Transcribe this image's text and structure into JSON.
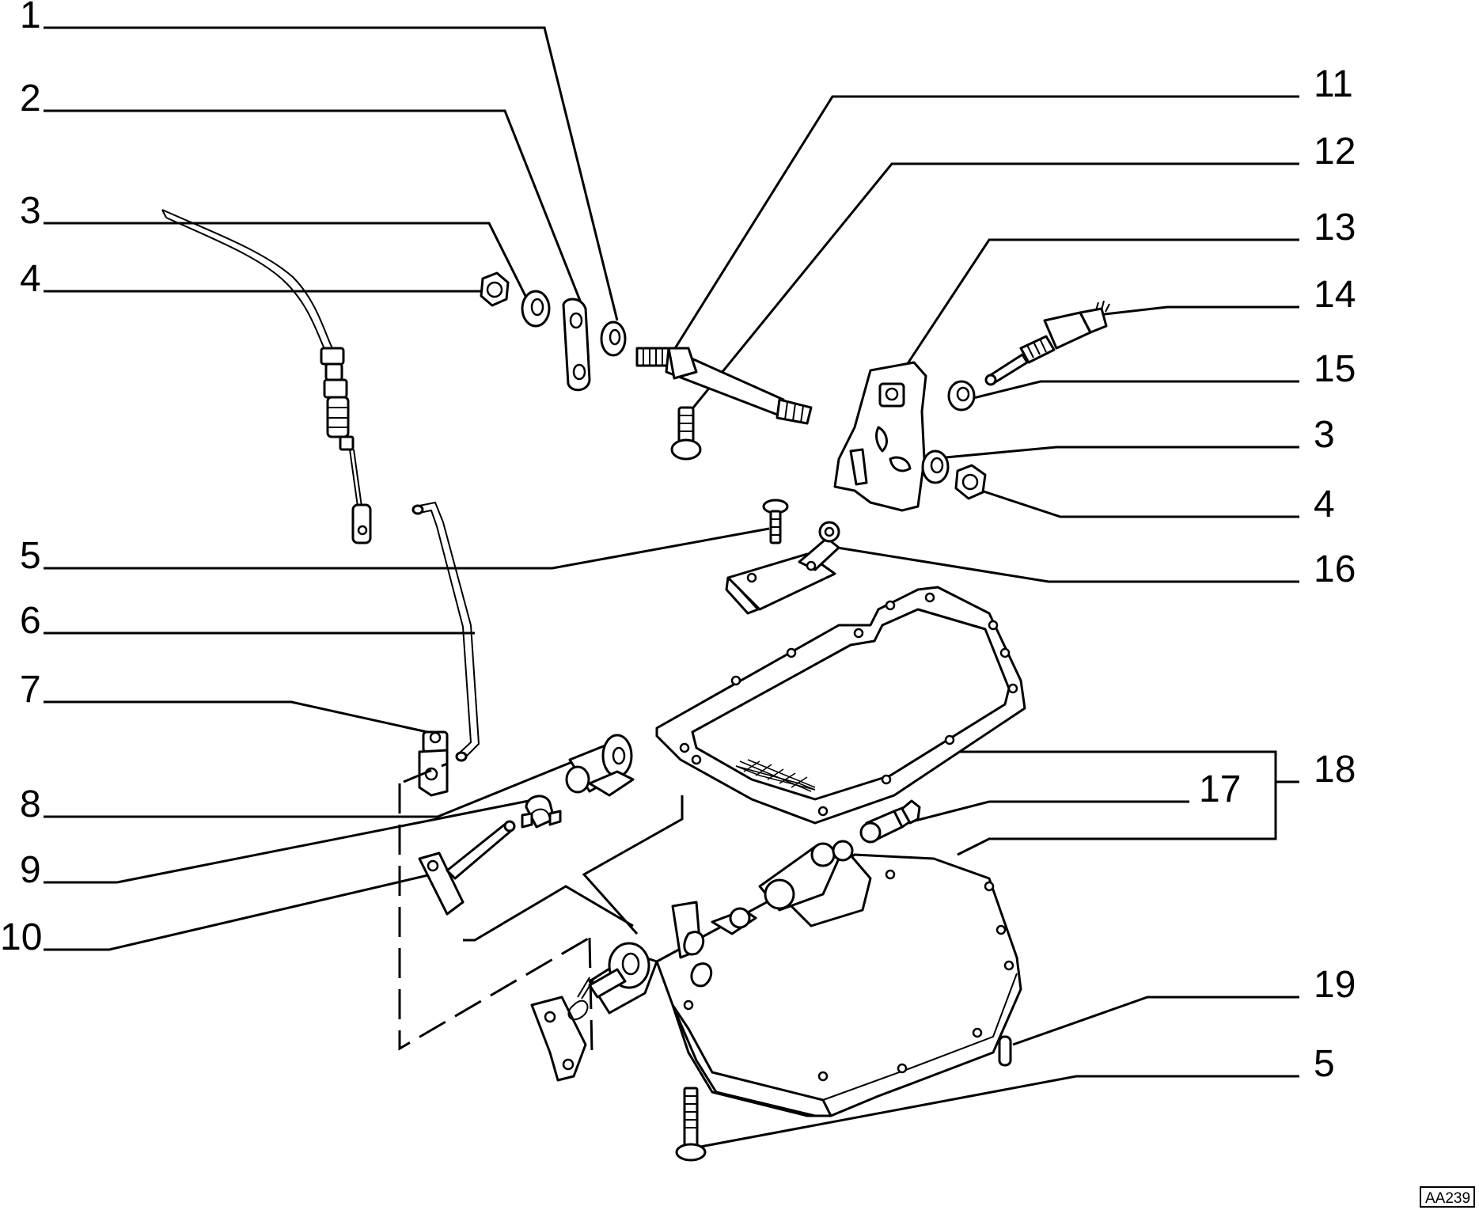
{
  "callouts": [
    {
      "id": "c1",
      "label": "1"
    },
    {
      "id": "c2",
      "label": "2"
    },
    {
      "id": "c3a",
      "label": "3"
    },
    {
      "id": "c4a",
      "label": "4"
    },
    {
      "id": "c5a",
      "label": "5"
    },
    {
      "id": "c6",
      "label": "6"
    },
    {
      "id": "c7",
      "label": "7"
    },
    {
      "id": "c8",
      "label": "8"
    },
    {
      "id": "c9",
      "label": "9"
    },
    {
      "id": "c10",
      "label": "10"
    },
    {
      "id": "c11",
      "label": "11"
    },
    {
      "id": "c12",
      "label": "12"
    },
    {
      "id": "c13",
      "label": "13"
    },
    {
      "id": "c14",
      "label": "14"
    },
    {
      "id": "c15",
      "label": "15"
    },
    {
      "id": "c3b",
      "label": "3"
    },
    {
      "id": "c4b",
      "label": "4"
    },
    {
      "id": "c16",
      "label": "16"
    },
    {
      "id": "c17",
      "label": "17"
    },
    {
      "id": "c18",
      "label": "18"
    },
    {
      "id": "c19",
      "label": "19"
    },
    {
      "id": "c5b",
      "label": "5"
    }
  ],
  "drawing_code": "AA239"
}
